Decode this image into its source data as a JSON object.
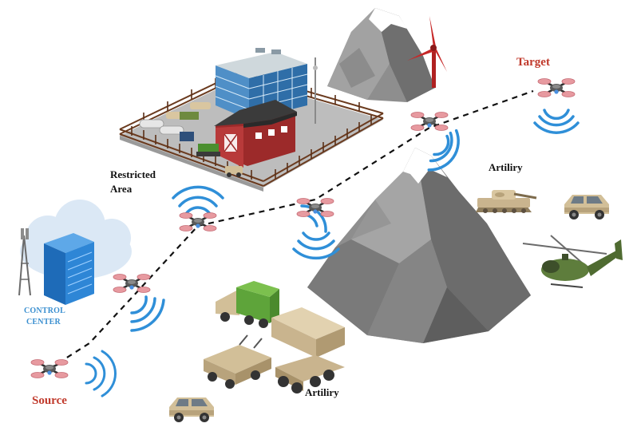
{
  "labels": {
    "target": "Target",
    "source": "Source",
    "restricted_line1": "Restricted",
    "restricted_line2": "Area",
    "artillery_top": "Artiliry",
    "artillery_bottom": "Artiliry",
    "control_line1": "CONTROL",
    "control_line2": "CENTER"
  },
  "colors": {
    "label_red": "#c0392b",
    "label_blue": "#3a8fd0",
    "signal_blue": "#2f8fd8",
    "drone_propeller": "#e79aa0",
    "mountain": "#8e8e8e",
    "tank_tan": "#c9b48e",
    "military_green": "#5e7d3c",
    "barn_red": "#9c2a2a",
    "path_dash": "#111111"
  },
  "icons": [
    "quadcopter-drone-icon",
    "wireless-signal-icon",
    "server-rack-icon",
    "cloud-icon",
    "cell-tower-icon",
    "mountain-icon",
    "wind-turbine-icon",
    "tank-icon",
    "armored-vehicle-icon",
    "helicopter-icon",
    "military-truck-icon",
    "missile-launcher-icon",
    "barn-icon",
    "office-building-icon",
    "fence-icon"
  ]
}
